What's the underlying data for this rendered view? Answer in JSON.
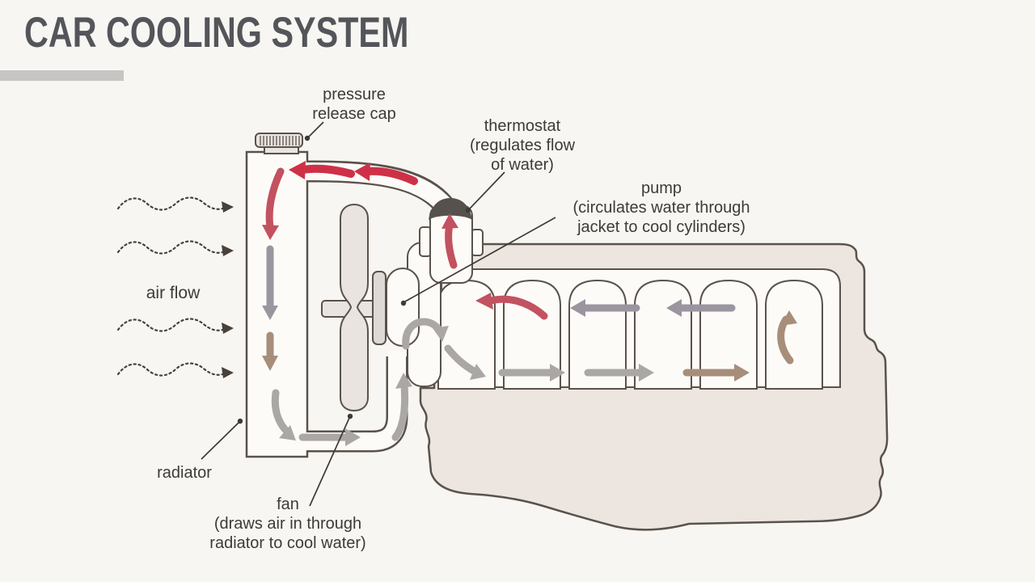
{
  "title": "CAR COOLING SYSTEM",
  "labels": {
    "pressure_cap": [
      "pressure",
      "release cap"
    ],
    "thermostat": [
      "thermostat",
      "(regulates flow",
      "of water)"
    ],
    "pump": [
      "pump",
      "(circulates water through",
      "jacket to cool cylinders)"
    ],
    "air_flow": "air flow",
    "radiator": "radiator",
    "fan": [
      "fan",
      "(draws air in through",
      "radiator to cool water)"
    ]
  },
  "colors": {
    "background": "#f8f6f2",
    "outline": "#5a524b",
    "title_text": "#54555a",
    "title_bar": "#c6c5c3",
    "label_text": "#3f3a35",
    "red": "#ce3147",
    "rose": "#c2525f",
    "gray": "#aaa7a4",
    "purple_gray": "#9b95a0",
    "brown": "#a78e7b",
    "metal": "#e9e4df",
    "pulley": "#ded9d4",
    "engine_body": "#ece5e0",
    "interior": "#fdfbf8",
    "thermostat_cap": "#56514c",
    "airflow_stroke": "#48413a"
  }
}
